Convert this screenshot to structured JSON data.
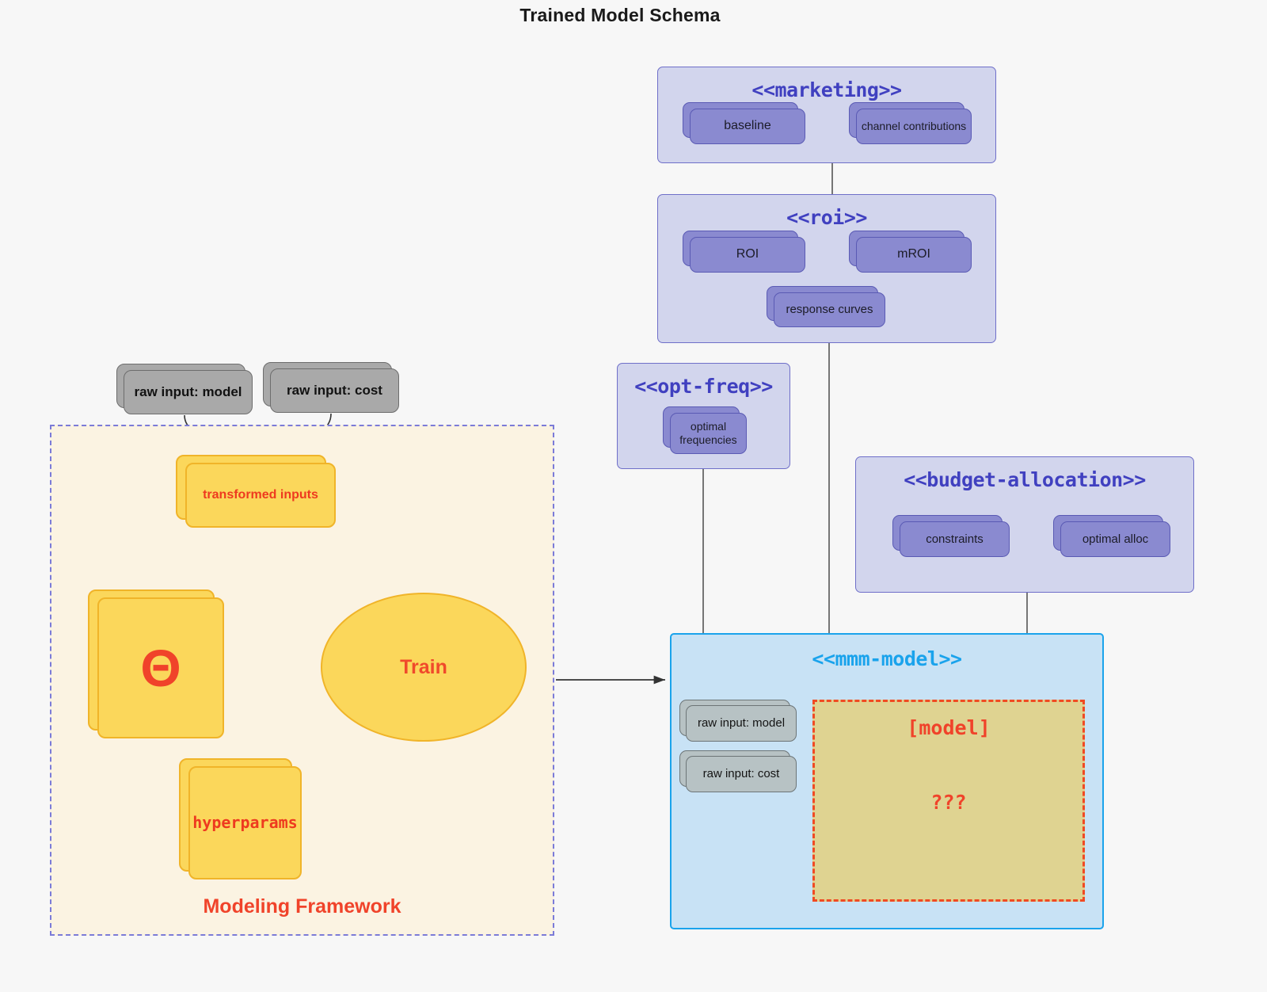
{
  "title": "Trained Model Schema",
  "packages": {
    "marketing": {
      "title": "<<marketing>>",
      "nodes": [
        {
          "label": "baseline"
        },
        {
          "label": "channel contributions"
        }
      ]
    },
    "roi": {
      "title": "<<roi>>",
      "nodes": [
        {
          "label": "ROI"
        },
        {
          "label": "mROI"
        },
        {
          "label": "response curves"
        }
      ]
    },
    "opt_freq": {
      "title": "<<opt-freq>>",
      "nodes": [
        {
          "label": "optimal\nfrequencies",
          "line1": "optimal",
          "line2": "frequencies"
        }
      ]
    },
    "budget_allocation": {
      "title": "<<budget-allocation>>",
      "nodes": [
        {
          "label": "constraints"
        },
        {
          "label": "optimal alloc"
        }
      ]
    },
    "mmm_model": {
      "title": "<<mmm-model>>",
      "inputs": [
        {
          "label": "raw input: model"
        },
        {
          "label": "raw input: cost"
        }
      ],
      "model_box": {
        "label": "[model]",
        "unknown": "???"
      }
    }
  },
  "raw_inputs": [
    {
      "label": "raw input: model"
    },
    {
      "label": "raw input: cost"
    }
  ],
  "framework": {
    "label": "Modeling Framework",
    "transformed_inputs": "transformed inputs",
    "theta": "Θ",
    "hyperparams": "hyperparams",
    "train": "Train"
  },
  "colors": {
    "background": "#f7f7f7",
    "package_fill": "#d2d5ed",
    "package_border": "#6f6fc9",
    "package_title": "#4040c0",
    "node_purple_fill": "#8a8ad0",
    "node_purple_border": "#5a5ab4",
    "gray_node_fill": "#a9a9a9",
    "gray_small_fill": "#b7c2c4",
    "yellow_fill": "#fbd75b",
    "yellow_border": "#f0b429",
    "accent_red": "#f0432a",
    "mmm_fill": "#c8e2f5",
    "mmm_border": "#1aa3ec",
    "model_fill": "#dfd391",
    "model_border": "#f04a23",
    "framework_fill": "#fbf3e2",
    "framework_border": "#7b7bd8"
  }
}
